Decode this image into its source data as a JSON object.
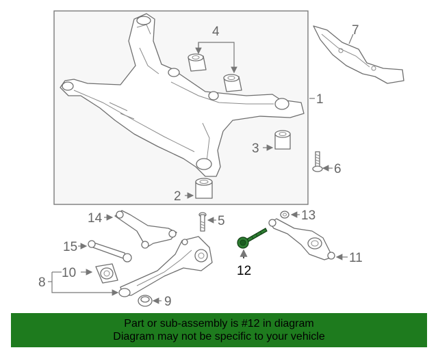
{
  "callouts": {
    "c1": "1",
    "c2": "2",
    "c3": "3",
    "c4": "4",
    "c5": "5",
    "c6": "6",
    "c7": "7",
    "c8": "8",
    "c9": "9",
    "c10": "10",
    "c11": "11",
    "c12": "12",
    "c13": "13",
    "c14": "14",
    "c15": "15"
  },
  "highlighted_part": "12",
  "banner": {
    "line1": "Part or sub-assembly is #12 in diagram",
    "line2": "Diagram may not be specific to your vehicle"
  },
  "colors": {
    "banner_bg": "#1e7b1e",
    "highlight_part": "#2e7d32",
    "line_art": "#6e6e6e"
  }
}
